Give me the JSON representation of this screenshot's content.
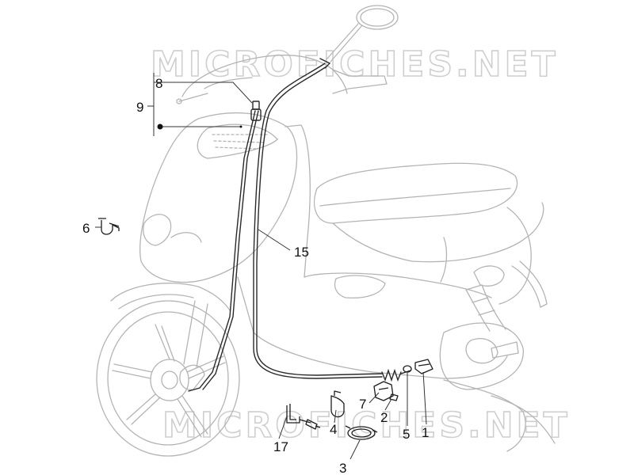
{
  "watermark": {
    "text_top": "MICROFICHES.NET",
    "text_bottom": "MICROFICHES.NET"
  },
  "callouts": {
    "p1": "1",
    "p2": "2",
    "p3": "3",
    "p4": "4",
    "p5": "5",
    "p6": "6",
    "p7": "7",
    "p8": "8",
    "p9": "9",
    "p15": "15",
    "p17": "17"
  },
  "colors": {
    "scooter_outline": "#b4b4b4",
    "cable": "#2a2a2a",
    "parts": "#1e1e1e",
    "leader": "#333333",
    "watermark": "#cfcfcf"
  }
}
